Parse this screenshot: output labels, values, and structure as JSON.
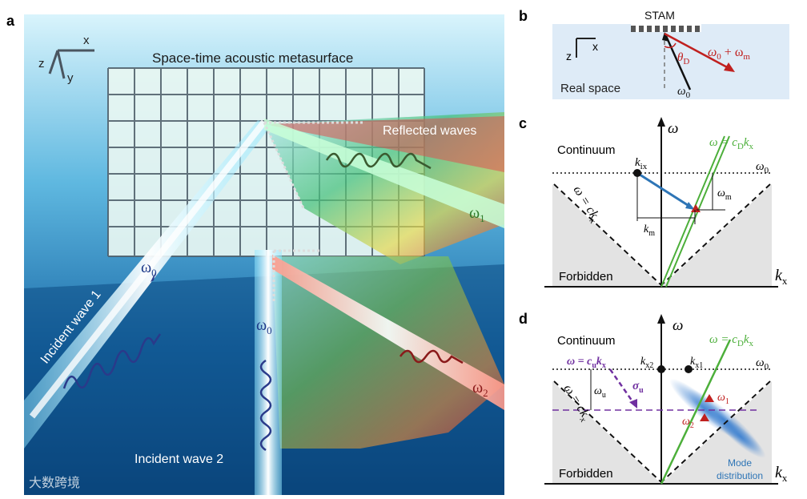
{
  "panel_a": {
    "letter": "a",
    "axis_x": "x",
    "axis_y": "y",
    "axis_z": "z",
    "title": "Space-time acoustic metasurface",
    "reflected": "Reflected waves",
    "incident1": "Incident wave 1",
    "incident2": "Incident wave 2",
    "omega0_a": "ω",
    "omega0_a_sub": "0",
    "omega0_b": "ω",
    "omega0_b_sub": "0",
    "omega1": "ω",
    "omega1_sub": "1",
    "omega2": "ω",
    "omega2_sub": "2",
    "colors": {
      "sky_top": "#cdeffa",
      "sky_bottom": "#0a4f86",
      "beam": "#bff3ff",
      "wave": "#2a3a8a"
    }
  },
  "panel_b": {
    "letter": "b",
    "stam": "STAM",
    "axis_z": "z",
    "axis_x": "x",
    "theta": "θ",
    "theta_sub": "D",
    "omega_out": "ω",
    "omega_out_sub1": "0",
    "omega_plus": " + ω",
    "omega_out_sub2": "m",
    "real_space": "Real space",
    "omega_in": "ω",
    "omega_in_sub": "0",
    "colors": {
      "bg": "#deebf7",
      "red": "#c0201f"
    }
  },
  "panel_c": {
    "letter": "c",
    "omega_axis": "ω",
    "kx_axis": "k",
    "kx_axis_sub": "x",
    "continuum": "Continuum",
    "forbidden": "Forbidden",
    "light_line": "ω = ck",
    "light_line_sub": "x",
    "green_line": "ω = c",
    "green_line_sub1": "D",
    "green_line_k": "k",
    "green_line_sub2": "x",
    "k_ix": "k",
    "k_ix_sub": "ix",
    "omega0": "ω",
    "omega0_sub": "0",
    "omega_m": "ω",
    "omega_m_sub": "m",
    "k_m": "k",
    "k_m_sub": "m",
    "colors": {
      "green": "#4caf3a",
      "blue": "#2e75b6",
      "red": "#c0201f",
      "grey": "#e3e3e3"
    }
  },
  "panel_d": {
    "letter": "d",
    "omega_axis": "ω",
    "kx_axis": "k",
    "kx_axis_sub": "x",
    "continuum": "Continuum",
    "forbidden": "Forbidden",
    "light_line": "ω = ck",
    "light_line_sub": "x",
    "green_line": "ω = c",
    "green_line_sub1": "D",
    "green_line_k": "k",
    "green_line_sub2": "x",
    "purple_line": "ω = c",
    "purple_line_sub1": "u",
    "purple_line_k": "k",
    "purple_line_sub2": "x",
    "k_x2": "k",
    "k_x2_sub": "x2",
    "k_x1": "k",
    "k_x1_sub": "x1",
    "omega0": "ω",
    "omega0_sub": "0",
    "omega_u": "ω",
    "omega_u_sub": "u",
    "sigma_u": "σ",
    "sigma_u_sub": "u",
    "omega1": "ω",
    "omega1_sub": "1",
    "omega2": "ω",
    "omega2_sub": "2",
    "mode_line1": "Mode",
    "mode_line2": "distribution",
    "colors": {
      "green": "#4caf3a",
      "purple": "#7030a0",
      "red": "#c0201f",
      "blue": "#5b9bd5",
      "grey": "#e3e3e3"
    }
  },
  "watermark": "大数跨境"
}
